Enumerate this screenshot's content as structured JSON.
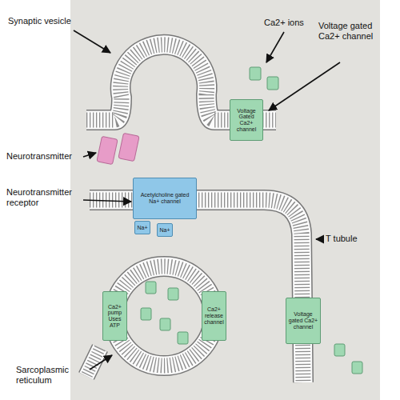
{
  "diagram": {
    "nodes": [
      {
        "text": [
          "Voltage Gated Ca2+ channel"
        ]
      },
      {
        "text": [
          "Acetylcholine gated Na+ channel"
        ]
      },
      {
        "text": [
          "Na+"
        ]
      },
      {
        "text": [
          "Na+"
        ]
      },
      {
        "text": [
          "Ca2+ pump Uses ATP"
        ]
      },
      {
        "text": [
          "Ca2+ release channel"
        ]
      },
      {
        "text": [
          "Voltage gated Ca2+ channel"
        ]
      }
    ],
    "labels": [
      "Synaptic vesicle",
      "Ca2+ ions",
      "Voltage gated Ca2+ channel",
      "Neurotransmitter",
      "Neurotransmitter receptor",
      "T tubule",
      "Sarcoplasmic reticulum"
    ]
  }
}
